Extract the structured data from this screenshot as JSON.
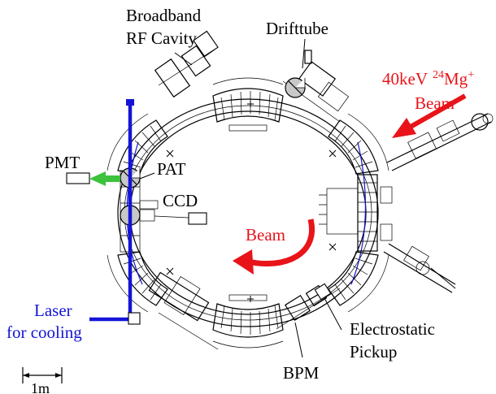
{
  "labels": {
    "rf_cavity_line1": "Broadband",
    "rf_cavity_line2": "RF Cavity",
    "drifttube": "Drifttube",
    "injection_energy": "40keV",
    "injection_mass": "24",
    "injection_ion": "Mg",
    "injection_charge": "+",
    "injection_beam": "Beam",
    "pmt": "PMT",
    "pat": "PAT",
    "ccd": "CCD",
    "circulating_beam": "Beam",
    "laser_line1": "Laser",
    "laser_line2": "for cooling",
    "electrostatic_line1": "Electrostatic",
    "electrostatic_line2": "Pickup",
    "bpm": "BPM",
    "scale": "1m"
  },
  "colors": {
    "beam_arrow": "#e8141a",
    "laser": "#1414d8",
    "pmt_arrow": "#3cc23c",
    "detector_fill": "#c8c8c8"
  }
}
